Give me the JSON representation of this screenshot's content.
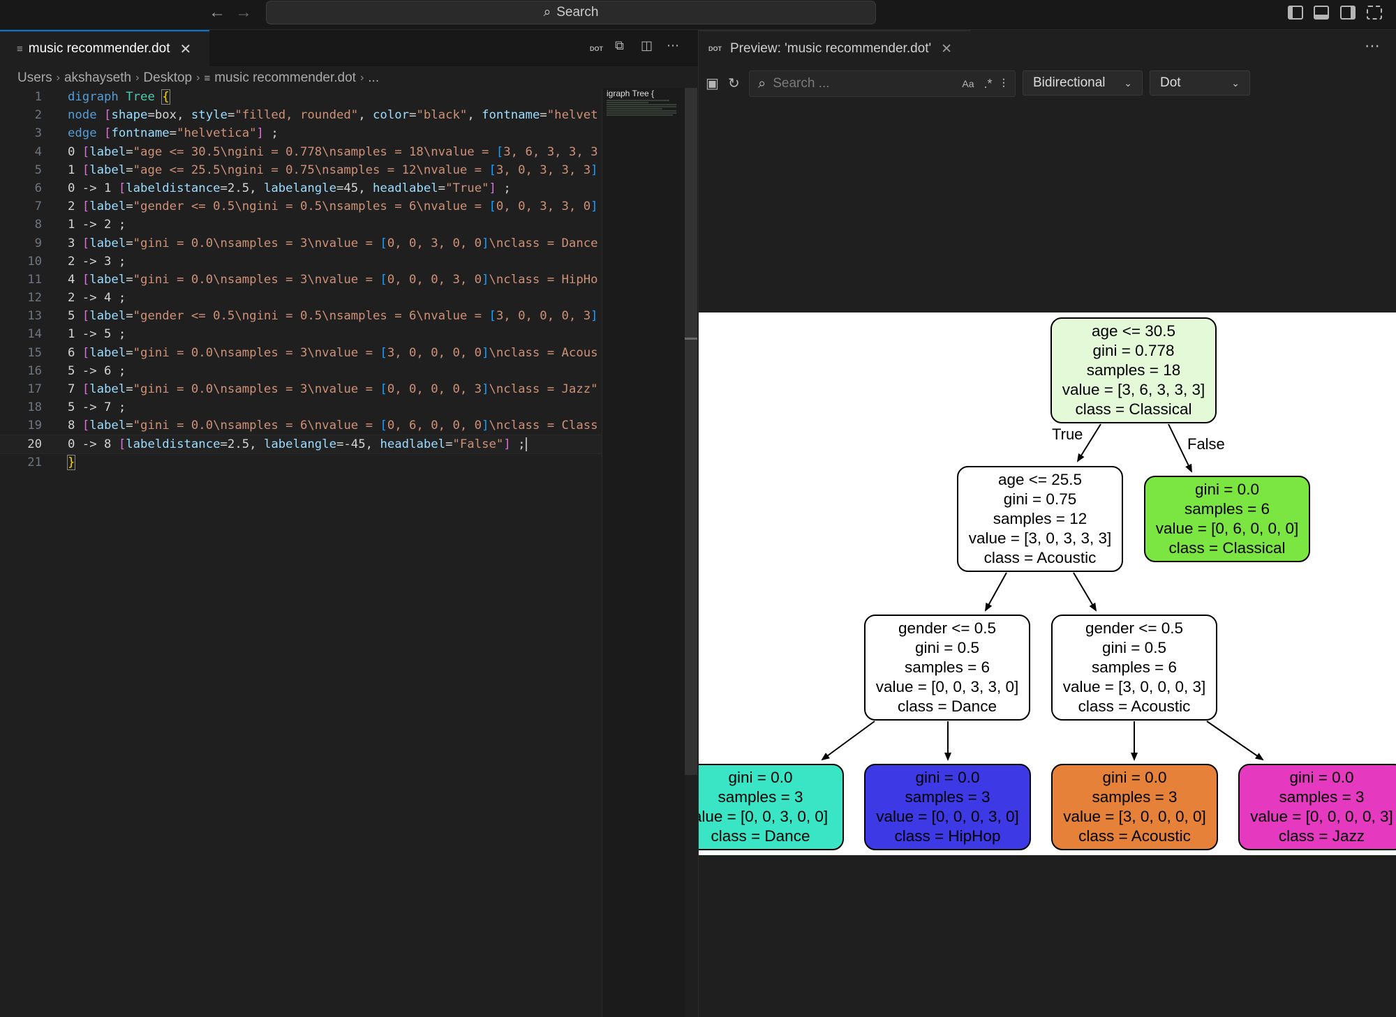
{
  "titlebar": {
    "search_label": "Search"
  },
  "editor": {
    "tab_label": "music recommender.dot",
    "tab_badge": "DOT",
    "breadcrumb": [
      "Users",
      "akshayseth",
      "Desktop",
      "music recommender.dot",
      "..."
    ],
    "minimap_title": "igraph Tree {",
    "lines": [
      {
        "n": "1"
      },
      {
        "n": "2"
      },
      {
        "n": "3"
      },
      {
        "n": "4"
      },
      {
        "n": "5"
      },
      {
        "n": "6"
      },
      {
        "n": "7"
      },
      {
        "n": "8"
      },
      {
        "n": "9"
      },
      {
        "n": "10"
      },
      {
        "n": "11"
      },
      {
        "n": "12"
      },
      {
        "n": "13"
      },
      {
        "n": "14"
      },
      {
        "n": "15"
      },
      {
        "n": "16"
      },
      {
        "n": "17"
      },
      {
        "n": "18"
      },
      {
        "n": "19"
      },
      {
        "n": "20"
      },
      {
        "n": "21"
      }
    ],
    "code": {
      "l1": [
        "digraph",
        "Tree",
        "{"
      ],
      "l2": [
        "node",
        "[",
        "shape",
        "=",
        "box",
        ", ",
        "style",
        "=",
        "\"filled, rounded\"",
        ", ",
        "color",
        "=",
        "\"black\"",
        ", ",
        "fontname",
        "=",
        "\"helvet"
      ],
      "l3": [
        "edge",
        "[",
        "fontname",
        "=",
        "\"helvetica\"",
        "]",
        " ;"
      ],
      "l4": [
        "0 ",
        "[",
        "label",
        "=",
        "\"age <= 30.5\\ngini = 0.778\\nsamples = 18\\nvalue = ",
        "[",
        "3, 6, 3, 3, 3"
      ],
      "l5": [
        "1 ",
        "[",
        "label",
        "=",
        "\"age <= 25.5\\ngini = 0.75\\nsamples = 12\\nvalue = ",
        "[",
        "3, 0, 3, 3, 3",
        "]"
      ],
      "l6": [
        "0 -> 1 ",
        "[",
        "labeldistance",
        "=2.5, ",
        "labelangle",
        "=45, ",
        "headlabel",
        "=",
        "\"True\"",
        "]",
        " ;"
      ],
      "l7": [
        "2 ",
        "[",
        "label",
        "=",
        "\"gender <= 0.5\\ngini = 0.5\\nsamples = 6\\nvalue = ",
        "[",
        "0, 0, 3, 3, 0",
        "]"
      ],
      "l8": [
        "1 -> 2 ;"
      ],
      "l9": [
        "3 ",
        "[",
        "label",
        "=",
        "\"gini = 0.0\\nsamples = 3\\nvalue = ",
        "[",
        "0, 0, 3, 0, 0",
        "]",
        "\\nclass = Dance"
      ],
      "l10": [
        "2 -> 3 ;"
      ],
      "l11": [
        "4 ",
        "[",
        "label",
        "=",
        "\"gini = 0.0\\nsamples = 3\\nvalue = ",
        "[",
        "0, 0, 0, 3, 0",
        "]",
        "\\nclass = HipHo"
      ],
      "l12": [
        "2 -> 4 ;"
      ],
      "l13": [
        "5 ",
        "[",
        "label",
        "=",
        "\"gender <= 0.5\\ngini = 0.5\\nsamples = 6\\nvalue = ",
        "[",
        "3, 0, 0, 0, 3",
        "]"
      ],
      "l14": [
        "1 -> 5 ;"
      ],
      "l15": [
        "6 ",
        "[",
        "label",
        "=",
        "\"gini = 0.0\\nsamples = 3\\nvalue = ",
        "[",
        "3, 0, 0, 0, 0",
        "]",
        "\\nclass = Acous"
      ],
      "l16": [
        "5 -> 6 ;"
      ],
      "l17": [
        "7 ",
        "[",
        "label",
        "=",
        "\"gini = 0.0\\nsamples = 3\\nvalue = ",
        "[",
        "0, 0, 0, 0, 3",
        "]",
        "\\nclass = Jazz\""
      ],
      "l18": [
        "5 -> 7 ;"
      ],
      "l19": [
        "8 ",
        "[",
        "label",
        "=",
        "\"gini = 0.0\\nsamples = 6\\nvalue = ",
        "[",
        "0, 6, 0, 0, 0",
        "]",
        "\\nclass = Class"
      ],
      "l20": [
        "0 -> 8 ",
        "[",
        "labeldistance",
        "=2.5, ",
        "labelangle",
        "=-45, ",
        "headlabel",
        "=",
        "\"False\"",
        "]",
        " ;"
      ],
      "l21": [
        "}"
      ]
    }
  },
  "preview": {
    "tab_label": "Preview: 'music recommender.dot'",
    "tab_badge": "DOT",
    "search_placeholder": "Search ...",
    "match_case_label": "Aa",
    "direction_select": "Bidirectional",
    "engine_select": "Dot"
  },
  "graph": {
    "nodes": [
      {
        "id": "0",
        "lines": [
          "age <= 30.5",
          "gini = 0.778",
          "samples = 18",
          "value = [3, 6, 3, 3, 3]",
          "class = Classical"
        ],
        "fill": "#e3f9d7"
      },
      {
        "id": "1",
        "lines": [
          "age <= 25.5",
          "gini = 0.75",
          "samples = 12",
          "value = [3, 0, 3, 3, 3]",
          "class = Acoustic"
        ],
        "fill": "#ffffff"
      },
      {
        "id": "8",
        "lines": [
          "gini = 0.0",
          "samples = 6",
          "value = [0, 6, 0, 0, 0]",
          "class = Classical"
        ],
        "fill": "#7be542"
      },
      {
        "id": "2",
        "lines": [
          "gender <= 0.5",
          "gini = 0.5",
          "samples = 6",
          "value = [0, 0, 3, 3, 0]",
          "class = Dance"
        ],
        "fill": "#ffffff"
      },
      {
        "id": "5",
        "lines": [
          "gender <= 0.5",
          "gini = 0.5",
          "samples = 6",
          "value = [3, 0, 0, 0, 3]",
          "class = Acoustic"
        ],
        "fill": "#ffffff"
      },
      {
        "id": "3",
        "lines": [
          "gini = 0.0",
          "samples = 3",
          "alue = [0, 0, 3, 0, 0]",
          "class = Dance"
        ],
        "fill": "#39e5c5"
      },
      {
        "id": "4",
        "lines": [
          "gini = 0.0",
          "samples = 3",
          "value = [0, 0, 0, 3, 0]",
          "class = HipHop"
        ],
        "fill": "#3c39e5"
      },
      {
        "id": "6",
        "lines": [
          "gini = 0.0",
          "samples = 3",
          "value = [3, 0, 0, 0, 0]",
          "class = Acoustic"
        ],
        "fill": "#e58139"
      },
      {
        "id": "7",
        "lines": [
          "gini = 0.0",
          "samples = 3",
          "value = [0, 0, 0, 0, 3]",
          "class = Jazz"
        ],
        "fill": "#e539c0"
      }
    ],
    "edges": [
      {
        "from": "0",
        "to": "1",
        "headlabel": "True"
      },
      {
        "from": "0",
        "to": "8",
        "headlabel": "False"
      },
      {
        "from": "1",
        "to": "2"
      },
      {
        "from": "1",
        "to": "5"
      },
      {
        "from": "2",
        "to": "3"
      },
      {
        "from": "2",
        "to": "4"
      },
      {
        "from": "5",
        "to": "6"
      },
      {
        "from": "5",
        "to": "7"
      }
    ]
  }
}
